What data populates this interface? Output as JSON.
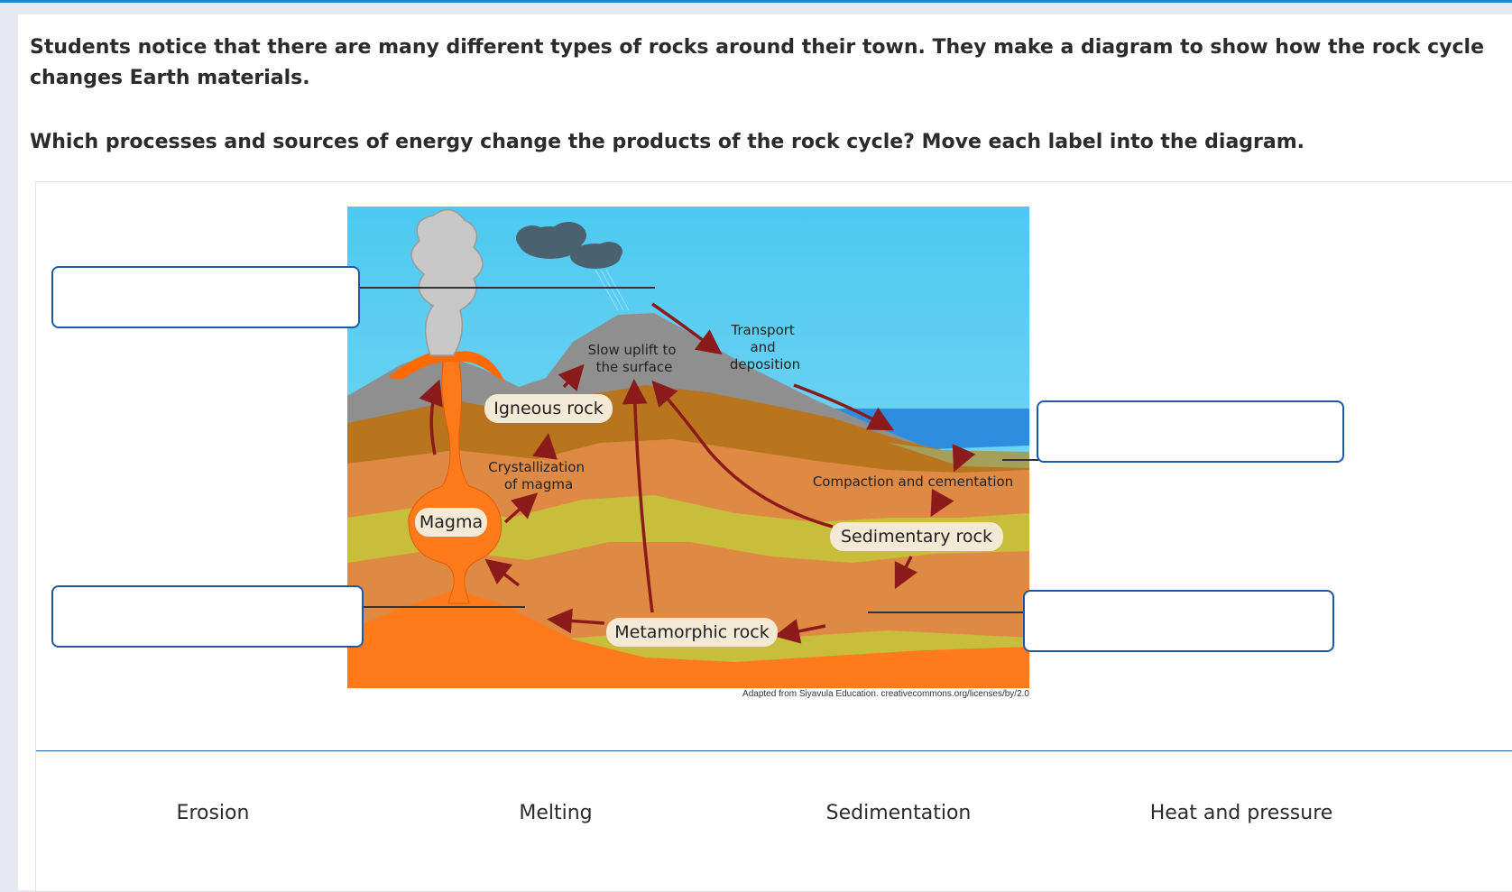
{
  "question": {
    "intro": "Students notice that there are many different types of rocks around their town. They make a diagram to show how the rock cycle changes Earth materials.",
    "prompt": "Which processes and sources of energy change the products of the rock cycle? Move each label into the diagram."
  },
  "diagram": {
    "labels": {
      "slow_uplift": [
        "Slow uplift to",
        "the surface"
      ],
      "transport": [
        "Transport",
        "and",
        "deposition"
      ],
      "igneous": "Igneous rock",
      "crystallization": [
        "Crystallization",
        "of magma"
      ],
      "magma": "Magma",
      "compaction": "Compaction and cementation",
      "sedimentary": "Sedimentary rock",
      "metamorphic": "Metamorphic rock"
    },
    "credit": "Adapted from Siyavula Education. creativecommons.org/licenses/by/2.0",
    "colors": {
      "sky": "#57cdf0",
      "arrow": "#8b1a1a",
      "magma": "#ff7a1a",
      "drop_border": "#1d5aa3"
    }
  },
  "drop_zones": [
    {
      "id": "top-left",
      "value": ""
    },
    {
      "id": "mid-right",
      "value": ""
    },
    {
      "id": "bottom-left",
      "value": ""
    },
    {
      "id": "bottom-right",
      "value": ""
    }
  ],
  "label_bank": [
    "Erosion",
    "Melting",
    "Sedimentation",
    "Heat and pressure"
  ]
}
